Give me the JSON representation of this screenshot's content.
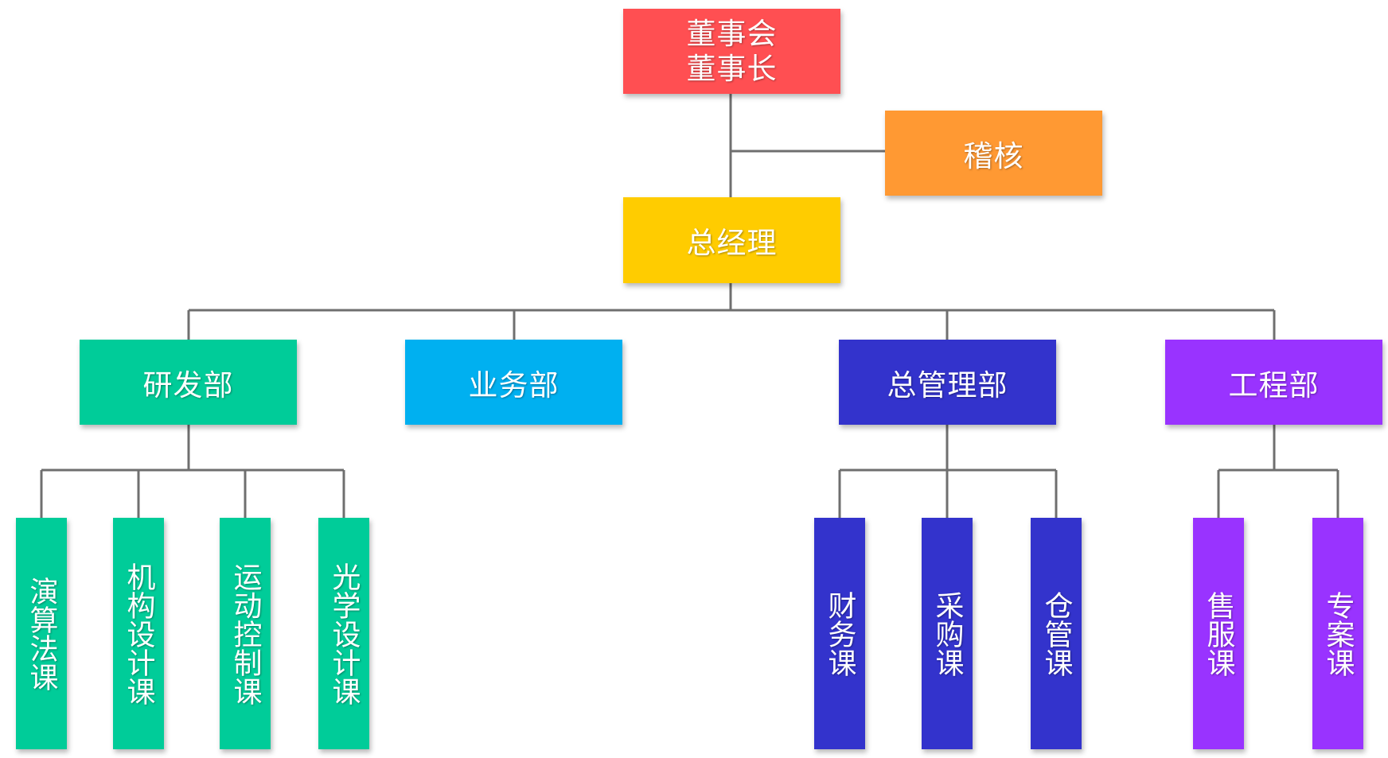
{
  "colors": {
    "board": "#ff4f52",
    "audit": "#ff9933",
    "gm": "#ffcc00",
    "rnd": "#00cc99",
    "sales": "#00b0f0",
    "admin": "#3333cc",
    "engineering": "#9933ff",
    "connector": "#6f6f6f"
  },
  "board": {
    "line1": "董事会",
    "line2": "董事长"
  },
  "audit": {
    "label": "稽核"
  },
  "gm": {
    "label": "总经理"
  },
  "departments": {
    "rnd": {
      "label": "研发部",
      "sections": [
        "演算法课",
        "机构设计课",
        "运动控制课",
        "光学设计课"
      ]
    },
    "sales": {
      "label": "业务部"
    },
    "admin": {
      "label": "总管理部",
      "sections": [
        "财务课",
        "采购课",
        "仓管课"
      ]
    },
    "engineering": {
      "label": "工程部",
      "sections": [
        "售服课",
        "专案课"
      ]
    }
  }
}
